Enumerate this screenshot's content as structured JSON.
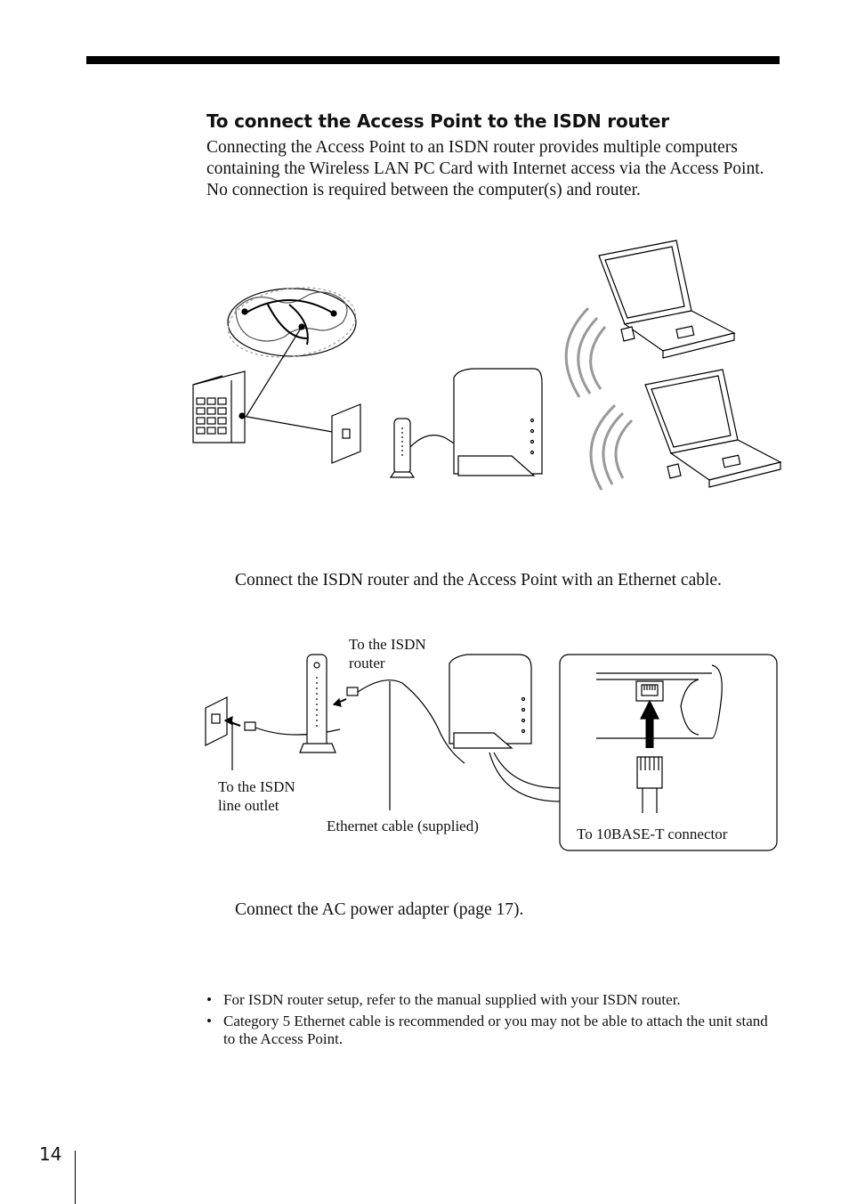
{
  "section": {
    "heading": "To connect the Access Point to the ISDN router",
    "intro": "Connecting the Access Point to an ISDN router provides multiple computers containing the Wireless LAN PC Card with Internet access via the Access Point. No connection is required between the computer(s) and router."
  },
  "steps": [
    {
      "text": "Connect the ISDN router and the Access Point with an Ethernet cable."
    },
    {
      "text": "Connect the AC power adapter (page 17)."
    }
  ],
  "diagram": {
    "label_isdn_router": "To the ISDN router",
    "label_line_outlet": "To the ISDN line outlet",
    "label_ethernet_cable": "Ethernet cable (supplied)",
    "label_10baset": "To 10BASE-T connector"
  },
  "notes": [
    {
      "bullet": "•",
      "text": "For ISDN router setup, refer to the manual supplied with your ISDN router."
    },
    {
      "bullet": "•",
      "text": "Category 5 Ethernet cable is recommended or you may not be able to attach the unit stand to the Access Point."
    }
  ],
  "page": {
    "number": "14"
  }
}
